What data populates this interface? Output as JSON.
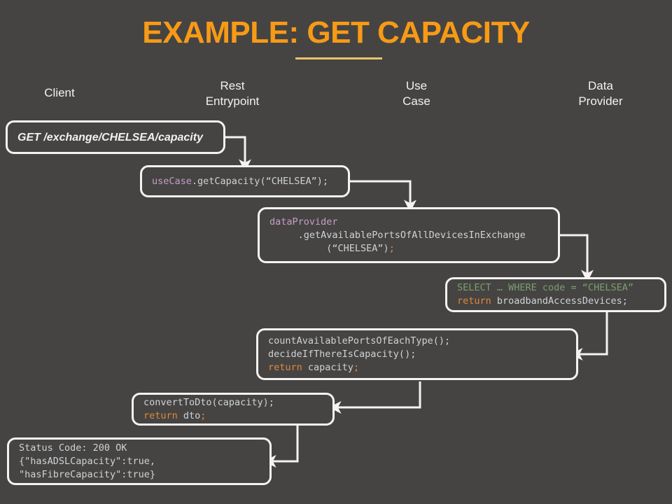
{
  "slide": {
    "title": "EXAMPLE: GET CAPACITY",
    "background_color": "#454443",
    "title_color": "#f79a16",
    "rule_color": "#e7c46b",
    "box_border_color": "#f4f3f1",
    "code_text_color": "#cfd2d4",
    "identifier_color": "#c79ec4",
    "keyword_color": "#e2883a",
    "sql_color": "#7d9e6b"
  },
  "columns": [
    {
      "id": "client",
      "label": "Client"
    },
    {
      "id": "rest-entrypoint",
      "label": "Rest\nEntrypoint"
    },
    {
      "id": "use-case",
      "label": "Use\nCase"
    },
    {
      "id": "data-provider",
      "label": "Data\nProvider"
    }
  ],
  "nodes": {
    "request": {
      "name": "http-request-box",
      "text": "GET /exchange/CHELSEA/capacity"
    },
    "use_case_call": {
      "name": "use-case-call-box",
      "identifier": "useCase",
      "rest": ".getCapacity(“CHELSEA”);"
    },
    "data_provider_call": {
      "name": "data-provider-call-box",
      "line1_identifier": "dataProvider",
      "line2": "     .getAvailablePortsOfAllDevicesInExchange",
      "line3": "          (“CHELSEA”)",
      "line3_punct": ";"
    },
    "sql_query": {
      "name": "sql-query-box",
      "line1": "SELECT … WHERE code = “CHELSEA”",
      "line2_keyword": "return",
      "line2_rest": " broadbandAccessDevices;"
    },
    "capacity_logic": {
      "name": "capacity-logic-box",
      "line1": "countAvailablePortsOfEachType();",
      "line2": "decideIfThereIsCapacity();",
      "line3_keyword": "return",
      "line3_rest": " capacity",
      "line3_punct": ";"
    },
    "convert_dto": {
      "name": "convert-to-dto-box",
      "line1": "convertToDto(capacity);",
      "line2_keyword": "return",
      "line2_rest": " dto",
      "line2_punct": ";"
    },
    "response": {
      "name": "http-response-box",
      "line1": "Status Code: 200 OK",
      "line2": "{\"hasADSLCapacity\":true,",
      "line3": "\"hasFibreCapacity\":true}"
    }
  },
  "flow_arrows": [
    {
      "name": "arrow-request-to-usecase",
      "from": "request",
      "to": "use_case_call",
      "direction": "down"
    },
    {
      "name": "arrow-usecase-to-dataprovider",
      "from": "use_case_call",
      "to": "data_provider_call",
      "direction": "down"
    },
    {
      "name": "arrow-dataprovider-to-sql",
      "from": "data_provider_call",
      "to": "sql_query",
      "direction": "down"
    },
    {
      "name": "arrow-sql-to-capacity",
      "from": "sql_query",
      "to": "capacity_logic",
      "direction": "left"
    },
    {
      "name": "arrow-capacity-to-dto",
      "from": "capacity_logic",
      "to": "convert_dto",
      "direction": "left"
    },
    {
      "name": "arrow-dto-to-response",
      "from": "convert_dto",
      "to": "response",
      "direction": "left"
    }
  ]
}
